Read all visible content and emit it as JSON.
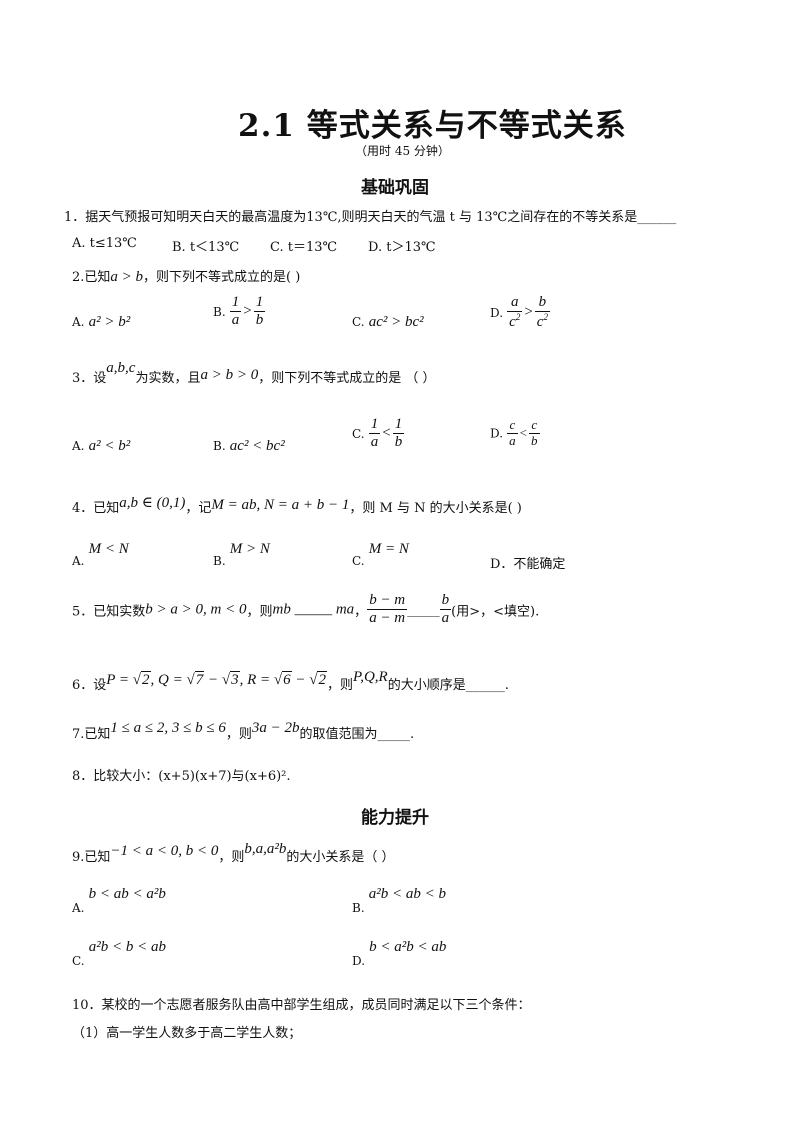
{
  "header": {
    "title": "2.1 等式关系与不等式关系",
    "subtitle": "（用时 45 分钟）"
  },
  "sections": {
    "basic": "基础巩固",
    "advanced": "能力提升"
  },
  "q1": {
    "text": "1．据天气预报可知明天白天的最高温度为13℃,则明天白天的气温 t 与 13℃之间存在的不等关系是______",
    "a": "A. t≤13℃",
    "b": "B. t＜13℃",
    "c": "C. t＝13℃",
    "d": "D. t＞13℃"
  },
  "q2": {
    "prefix": "2.已知",
    "cond": "a > b",
    "suffix": "，则下列不等式成立的是(    )",
    "a_label": "A.",
    "a_math": "a² > b²",
    "b_label": "B.",
    "c_label": "C.",
    "c_math": "ac² > bc²",
    "d_label": "D."
  },
  "q3": {
    "prefix": "3．设",
    "vars": "a,b,c",
    "mid": "为实数，且",
    "cond": "a > b > 0",
    "suffix": "，则下列不等式成立的是 （    ）",
    "a_label": "A.",
    "a_math": "a² < b²",
    "b_label": "B.",
    "b_math": "ac² < bc²",
    "c_label": "C.",
    "d_label": "D."
  },
  "q4": {
    "prefix": "4．已知",
    "cond": "a,b ∈ (0,1)",
    "mid": "，记",
    "def": "M = ab, N = a + b − 1",
    "suffix": "，则 M 与 N 的大小关系是(    )",
    "a_label": "A.",
    "a_math": "M < N",
    "b_label": "B.",
    "b_math": "M > N",
    "c_label": "C.",
    "c_math": "M = N",
    "d": "D．不能确定"
  },
  "q5": {
    "prefix": "5．已知实数",
    "cond": "b > a > 0, m < 0",
    "mid": "，则",
    "cmp1": "mb _____ ma",
    "comma": "，",
    "blank": "_____",
    "frac1_num": "b − m",
    "frac1_den": "a − m",
    "frac2_num": "b",
    "frac2_den": "a",
    "suffix": "(用>，<填空)."
  },
  "q6": {
    "prefix": "6．设",
    "p_lhs": "P = ",
    "p_rad": "2",
    "q_lhs": ",   Q = ",
    "q_rad1": "7",
    "q_minus": " − ",
    "q_rad2": "3",
    "r_lhs": ",   R = ",
    "r_rad1": "6",
    "r_minus": " − ",
    "r_rad2": "2",
    "mid": "，则",
    "vars": "P,Q,R",
    "suffix": "的大小顺序是______."
  },
  "q7": {
    "prefix": "7.已知",
    "cond": "1 ≤ a ≤ 2, 3 ≤ b ≤ 6",
    "mid": "，则",
    "expr": "3a − 2b",
    "suffix": "的取值范围为_____."
  },
  "q8": {
    "text": "8．比较大小：(x+5)(x+7)与(x+6)²."
  },
  "q9": {
    "prefix": "9.已知",
    "cond": "−1 < a < 0, b < 0",
    "mid": "，则",
    "vars": "b,a,a²b",
    "suffix": "的大小关系是（    ）",
    "a_label": "A.",
    "a_math": "b < ab < a²b",
    "b_label": "B.",
    "b_math": "a²b < ab < b",
    "c_label": "C.",
    "c_math": "a²b < b < ab",
    "d_label": "D.",
    "d_math": "b < a²b < ab"
  },
  "q10": {
    "text": "10．某校的一个志愿者服务队由高中部学生组成，成员同时满足以下三个条件：",
    "cond1": "（1）高一学生人数多于高二学生人数；"
  }
}
